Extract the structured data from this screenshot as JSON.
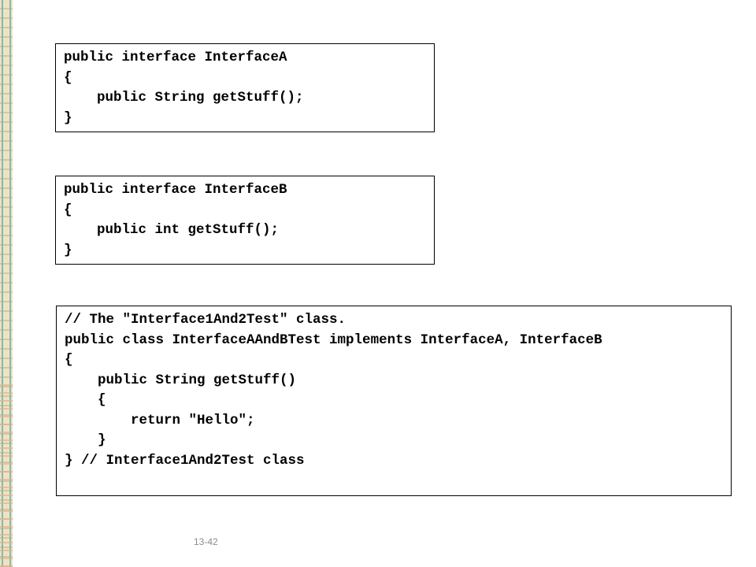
{
  "slide": {
    "boxes": [
      {
        "lines": [
          "public interface InterfaceA",
          "{",
          "    public String getStuff();",
          "}"
        ]
      },
      {
        "lines": [
          "public interface InterfaceB",
          "{",
          "    public int getStuff();",
          "}"
        ]
      },
      {
        "lines": [
          "// The \"Interface1And2Test\" class.",
          "public class InterfaceAAndBTest implements InterfaceA, InterfaceB",
          "{",
          "    public String getStuff()",
          "    {",
          "        return \"Hello\";",
          "    }",
          "} // Interface1And2Test class"
        ]
      }
    ],
    "page_number": "13-42"
  }
}
